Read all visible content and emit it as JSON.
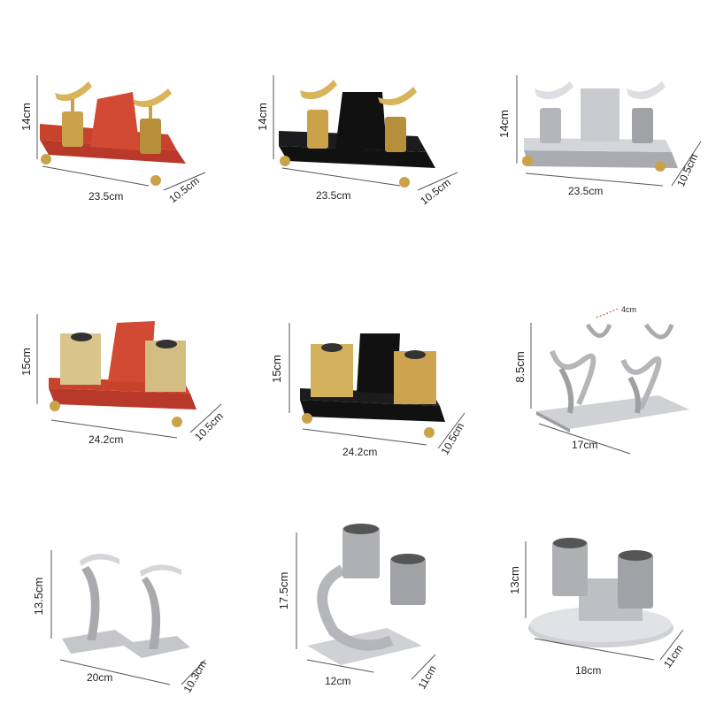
{
  "colors": {
    "background": "#ffffff",
    "red_base": "#c9432c",
    "black_base": "#1c1c1e",
    "gold": "#c9a24a",
    "steel": "#c4c6ca",
    "dim_line": "#555555"
  },
  "products": [
    {
      "variant": "red-gold-cup-holder",
      "height": "14cm",
      "width": "23.5cm",
      "depth": "10.5cm"
    },
    {
      "variant": "black-gold-cup-holder",
      "height": "14cm",
      "width": "23.5cm",
      "depth": "10.5cm"
    },
    {
      "variant": "silver-cup-holder",
      "height": "14cm",
      "width": "23.5cm",
      "depth": "10.5cm"
    },
    {
      "variant": "red-gold-square-holder",
      "height": "15cm",
      "width": "24.2cm",
      "depth": "10.5cm"
    },
    {
      "variant": "black-gold-square-holder",
      "height": "15cm",
      "width": "24.2cm",
      "depth": "10.5cm"
    },
    {
      "variant": "wire-ring-holder",
      "height": "8.5cm",
      "width": "17cm",
      "ring_width": "4cm"
    },
    {
      "variant": "curved-arm-holder",
      "height": "13.5cm",
      "width": "20cm",
      "depth": "10.3cm"
    },
    {
      "variant": "arc-tube-holder",
      "height": "17.5cm",
      "width": "12cm",
      "depth": "11cm"
    },
    {
      "variant": "oval-base-tube-holder",
      "height": "13cm",
      "width": "18cm",
      "depth": "11cm"
    }
  ]
}
